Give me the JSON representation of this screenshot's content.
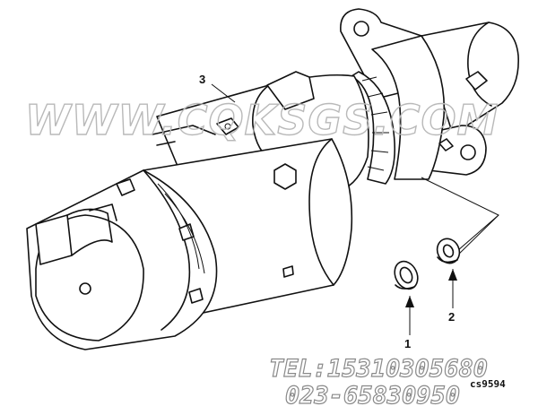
{
  "drawing": {
    "ref_code": "cs9594",
    "callouts": [
      {
        "number": "1"
      },
      {
        "number": "2"
      },
      {
        "number": "3"
      }
    ]
  },
  "watermark": {
    "site": "WWW.CQKSGS.COM",
    "tel": "TEL:15310305680",
    "phone": "023-65830950"
  }
}
